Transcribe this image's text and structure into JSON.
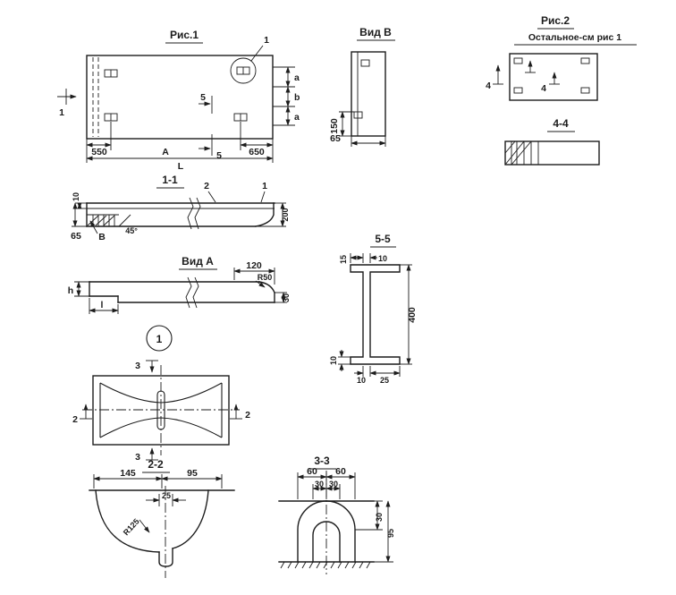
{
  "drawing": {
    "ink": "#1c1c1c",
    "bg": "#ffffff"
  },
  "fig1": {
    "title": "Рис.1",
    "callout": "1",
    "section5": "5",
    "section1": "1",
    "dim_550": "550",
    "dim_650": "650",
    "view_a_mark": "A",
    "length_mark": "L",
    "dim_a": "a",
    "dim_b": "b"
  },
  "view_b": {
    "title": "Вид В",
    "dim_150": "150",
    "dim_65": "65"
  },
  "fig2": {
    "title": "Рис.2",
    "note": "Остальное-см рис 1",
    "section4": "4"
  },
  "sec44": {
    "title": "4-4"
  },
  "sec11": {
    "title": "1-1",
    "pos2": "2",
    "pos1": "1",
    "dim_10": "10",
    "dim_65": "65",
    "view_b_mark": "B",
    "angle": "45°",
    "dim_200": "200"
  },
  "view_a": {
    "title": "Вид А",
    "dim_120": "120",
    "radius": "R50",
    "dim_h": "h",
    "dim_l": "l",
    "dim_30": "30"
  },
  "sec55": {
    "title": "5-5",
    "dim_15": "15",
    "dim_10_top": "10",
    "dim_400": "400",
    "dim_10_flange": "10",
    "dim_10_bottom": "10",
    "dim_25": "25"
  },
  "detail": {
    "callout": "1",
    "section3": "3",
    "section2": "2"
  },
  "sec22": {
    "title": "2-2",
    "dim_145": "145",
    "dim_95": "95",
    "dim_25": "25",
    "radius": "R125"
  },
  "sec33": {
    "title": "3-3",
    "dim_60_left": "60",
    "dim_60_right": "60",
    "dim_30_left": "30",
    "dim_30_right": "30",
    "dim_30_side": "30",
    "dim_95": "95"
  }
}
